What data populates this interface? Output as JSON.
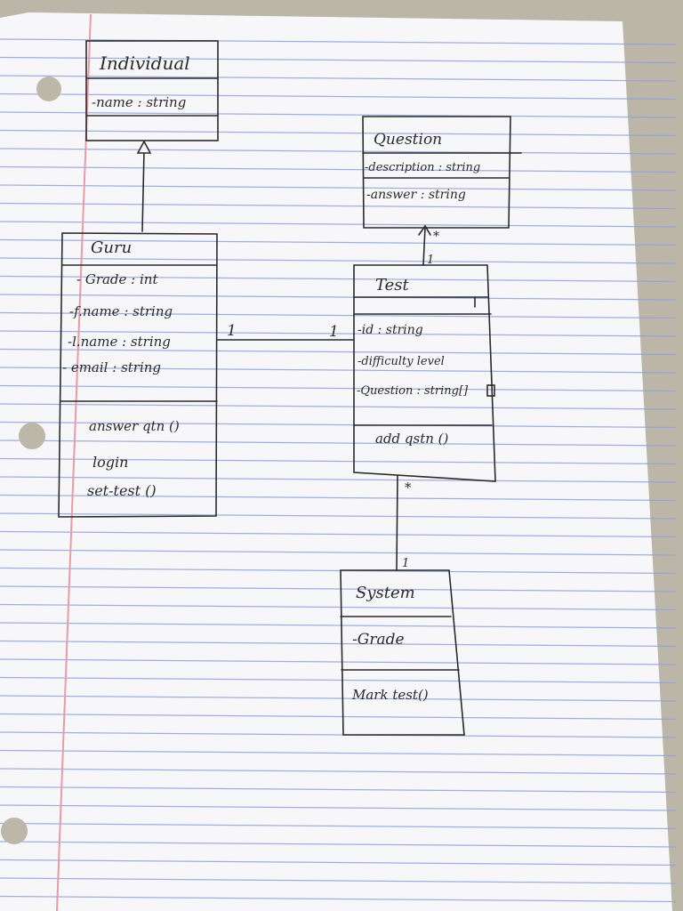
{
  "diagram": {
    "classes": {
      "individual": {
        "name": "Individual",
        "attributes": [
          "-name : string"
        ],
        "methods": []
      },
      "guru": {
        "name": "Guru",
        "attributes": [
          "- Grade : int",
          "-f.name : string",
          "-l.name : string",
          "- email : string"
        ],
        "methods": [
          "answer qtn ()",
          "login",
          "set-test ()"
        ]
      },
      "question": {
        "name": "Question",
        "attributes": [
          "-description : string",
          "-answer : string"
        ],
        "methods": []
      },
      "test": {
        "name": "Test",
        "attributes": [
          "-id : string",
          "-difficulty level",
          "-Question : string[]"
        ],
        "methods": [
          "add qstn ()"
        ]
      },
      "system": {
        "name": "System",
        "attributes": [
          "-Grade"
        ],
        "methods": [
          "Mark test()"
        ]
      }
    },
    "relations": {
      "guru_test": {
        "from_mult": "1",
        "to_mult": "1"
      },
      "test_question": {
        "from_mult": "1",
        "to_mult": "*"
      },
      "test_system": {
        "from_mult": "*",
        "to_mult": "1"
      }
    }
  }
}
